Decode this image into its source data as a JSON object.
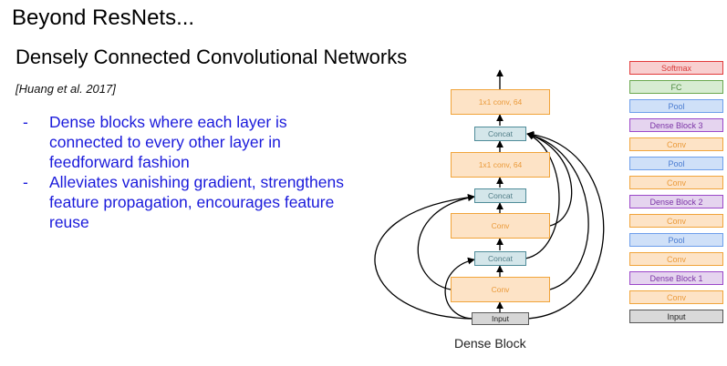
{
  "slide": {
    "title": "Beyond ResNets...",
    "subtitle": "Densely Connected Convolutional Networks",
    "citation": "[Huang et al. 2017]",
    "bullets": [
      {
        "dash": "-",
        "text": "Dense blocks where each layer is connected to every other layer in feedforward fashion"
      },
      {
        "dash": "-",
        "text": "Alleviates vanishing gradient, strengthens feature propagation, encourages feature reuse"
      }
    ]
  },
  "dense_block": {
    "caption": "Dense Block",
    "nodes": {
      "input": "Input",
      "conv1": "Conv",
      "concat1": "Concat",
      "conv2": "Conv",
      "concat2": "Concat",
      "conv3": "1x1 conv, 64",
      "concat3": "Concat",
      "conv4": "1x1 conv, 64"
    }
  },
  "architecture": {
    "layers": [
      {
        "label": "Softmax",
        "kind": "softmax"
      },
      {
        "label": "FC",
        "kind": "fc"
      },
      {
        "label": "Pool",
        "kind": "pool"
      },
      {
        "label": "Dense Block 3",
        "kind": "dense"
      },
      {
        "label": "Conv",
        "kind": "conv"
      },
      {
        "label": "Pool",
        "kind": "pool"
      },
      {
        "label": "Conv",
        "kind": "conv"
      },
      {
        "label": "Dense Block 2",
        "kind": "dense"
      },
      {
        "label": "Conv",
        "kind": "conv"
      },
      {
        "label": "Pool",
        "kind": "pool"
      },
      {
        "label": "Conv",
        "kind": "conv"
      },
      {
        "label": "Dense Block 1",
        "kind": "dense"
      },
      {
        "label": "Conv",
        "kind": "conv"
      },
      {
        "label": "Input",
        "kind": "input"
      }
    ]
  }
}
